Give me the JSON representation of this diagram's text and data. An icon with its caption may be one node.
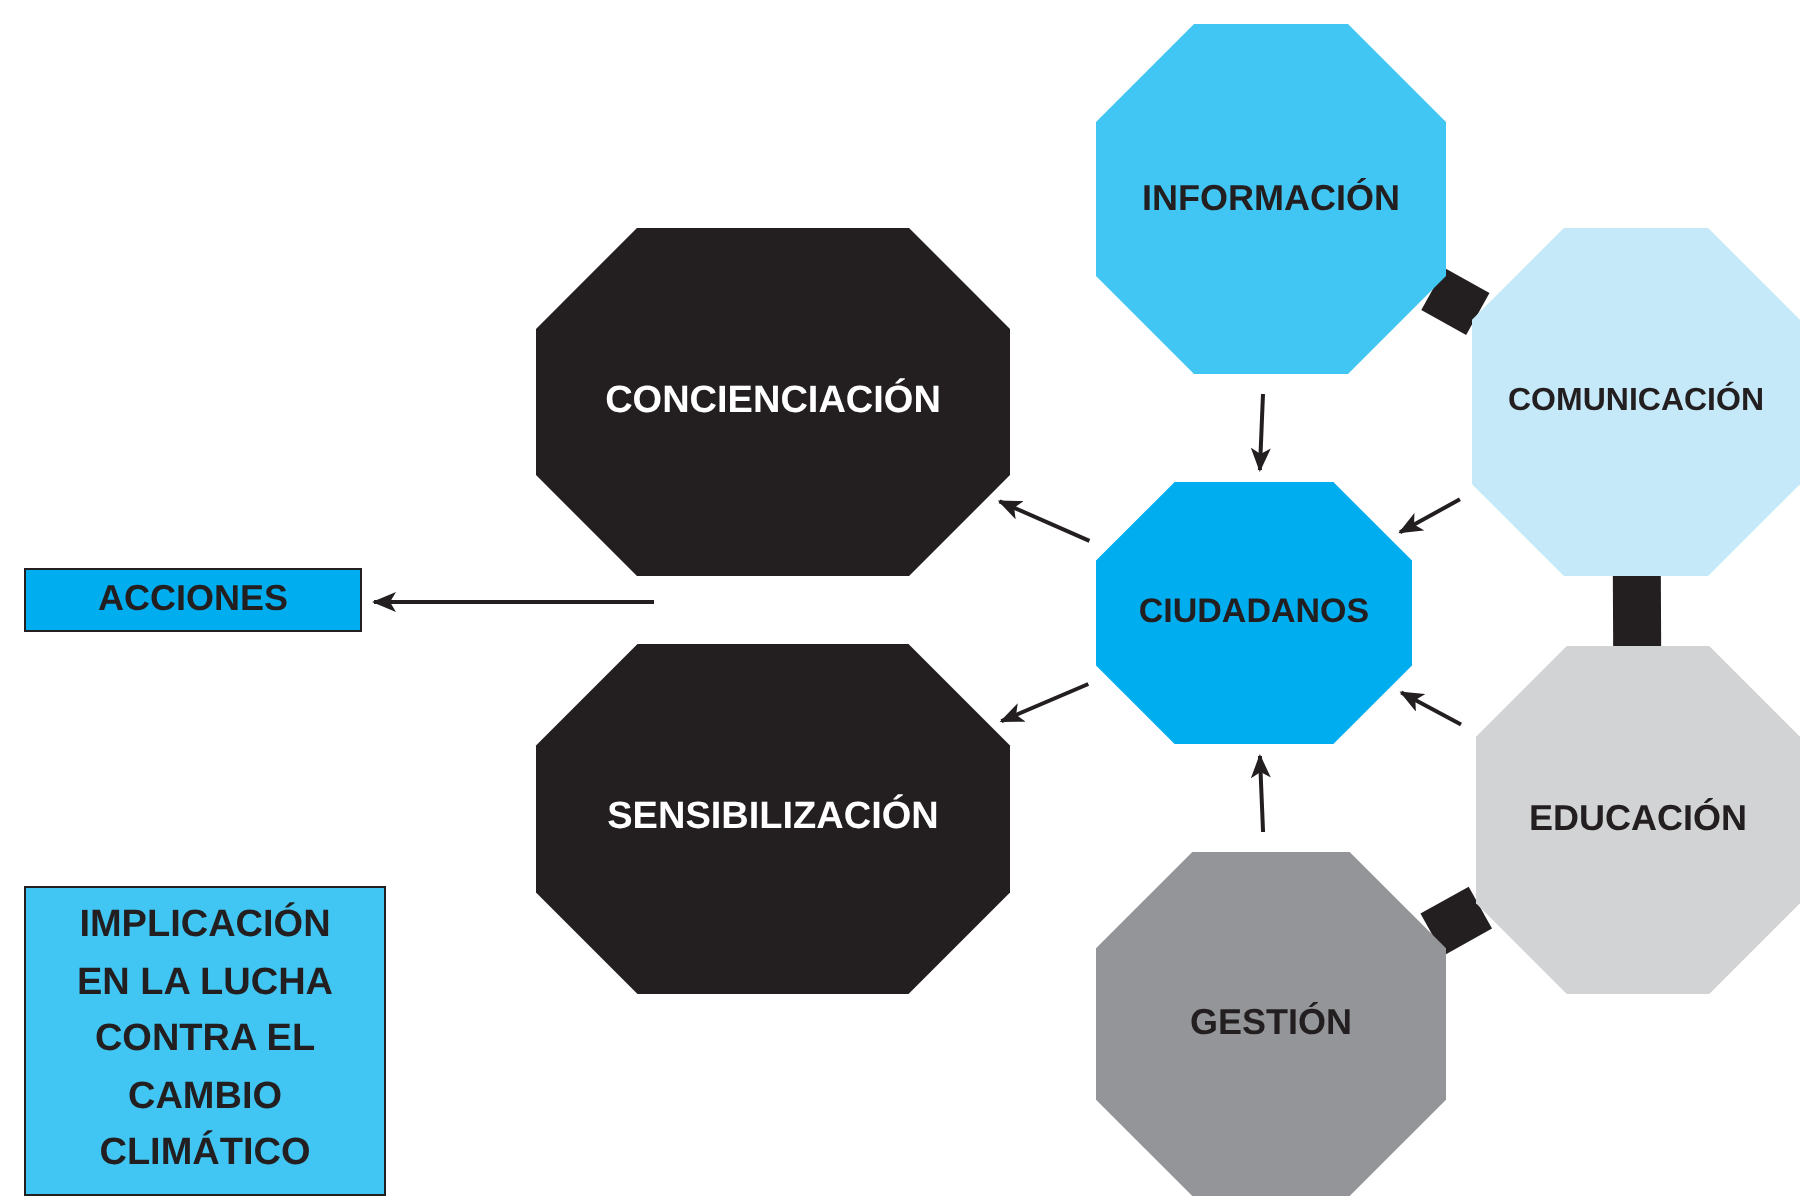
{
  "diagram": {
    "nodes": [
      {
        "text": [
          "CONCIENCIACIÓN"
        ]
      },
      {
        "text": [
          "SENSIBILIZACIÓN"
        ]
      },
      {
        "text": [
          "ACCIONES"
        ]
      },
      {
        "text": [
          "IMPLICACIÓN EN LA LUCHA CONTRA EL CAMBIO CLIMÁTICO"
        ]
      },
      {
        "text": [
          "INFORMACIÓN"
        ]
      },
      {
        "text": [
          "COMUNICACIÓN"
        ]
      },
      {
        "text": [
          "CIUDADANOS"
        ]
      },
      {
        "text": [
          "EDUCACIÓN"
        ]
      },
      {
        "text": [
          "GESTIÓN"
        ]
      }
    ],
    "edges": [
      {
        "from": 4,
        "to": 6,
        "arrow": "to"
      },
      {
        "from": 5,
        "to": 6,
        "arrow": "to"
      },
      {
        "from": 7,
        "to": 6,
        "arrow": "to"
      },
      {
        "from": 8,
        "to": 6,
        "arrow": "to"
      },
      {
        "from": 6,
        "to": 0,
        "arrow": "to"
      },
      {
        "from": 6,
        "to": 1,
        "arrow": "to"
      },
      {
        "from": null,
        "to": 2,
        "arrow": "to"
      },
      {
        "from": 4,
        "to": 5,
        "arrow": "none",
        "style": "thick"
      },
      {
        "from": 5,
        "to": 7,
        "arrow": "none",
        "style": "thick"
      },
      {
        "from": 7,
        "to": 8,
        "arrow": "none",
        "style": "thick"
      }
    ]
  }
}
